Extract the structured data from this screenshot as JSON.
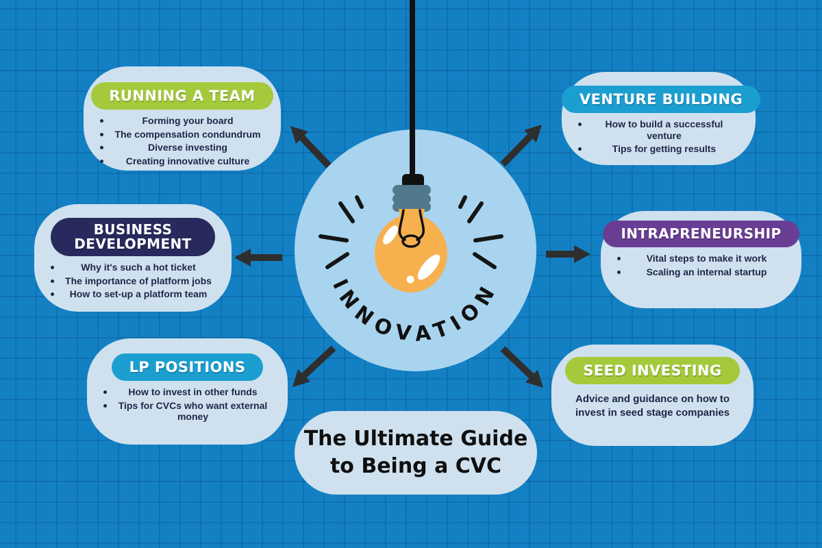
{
  "page": {
    "title_line1": "The Ultimate Guide",
    "title_line2": "to Being a CVC"
  },
  "center": {
    "label": "INNOVATION",
    "icon": "lightbulb-icon"
  },
  "sections": {
    "running_team": {
      "title": "RUNNING A TEAM",
      "color": "#a4ca3c",
      "bullets": [
        "Forming your board",
        "The compensation condundrum",
        "Diverse investing",
        "Creating innovative culture"
      ]
    },
    "venture_building": {
      "title": "VENTURE BUILDING",
      "color": "#1b9fd1",
      "bullets": [
        "How to build a successful venture",
        "Tips for getting results"
      ]
    },
    "business_development": {
      "title": "BUSINESS DEVELOPMENT",
      "color": "#282a5e",
      "bullets": [
        "Why it's such a hot ticket",
        "The importance of platform jobs",
        "How to set-up a platform team"
      ]
    },
    "intrapreneurship": {
      "title": "INTRAPRENEURSHIP",
      "color": "#6a3d94",
      "bullets": [
        "Vital steps to make it work",
        "Scaling an internal startup"
      ]
    },
    "lp_positions": {
      "title": "LP POSITIONS",
      "color": "#1b9fd1",
      "bullets": [
        "How to invest in other funds",
        "Tips for CVCs who want external money"
      ]
    },
    "seed_investing": {
      "title": "SEED INVESTING",
      "color": "#a4ca3c",
      "description": "Advice and guidance on how to invest in seed stage companies"
    }
  },
  "colors": {
    "background": "#1480c4",
    "grid_line": "#085f98",
    "card": "#cfe1ee",
    "center_circle": "#a8d4ef",
    "arrow": "#2e2e2e",
    "bullet_text": "#1e2547",
    "title_text": "#0f0f0f",
    "bulb_glass": "#f7b04e",
    "bulb_socket": "#50798e",
    "green_pill": "#a4ca3c",
    "cyan_pill": "#1b9fd1",
    "navy_pill": "#282a5e",
    "purple_pill": "#6a3d94"
  }
}
